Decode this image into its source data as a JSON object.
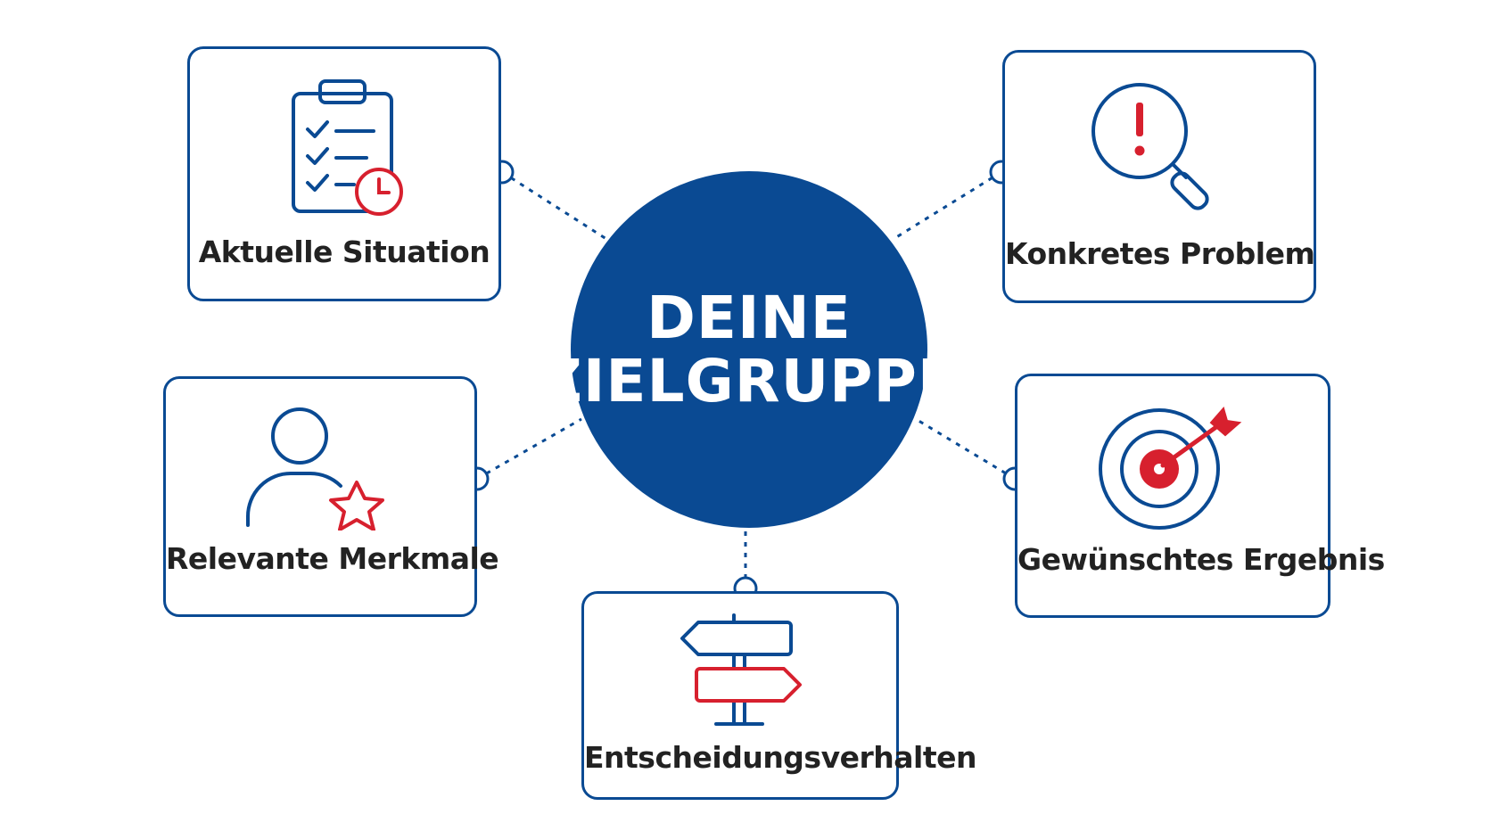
{
  "center": {
    "line1": "DEINE",
    "line2": "ZIELGRUPPE"
  },
  "cards": [
    {
      "id": "aktuelle",
      "label": "Aktuelle Situation",
      "icon": "clipboard-checklist-clock-icon"
    },
    {
      "id": "konkretes",
      "label": "Konkretes Problem",
      "icon": "magnifier-exclamation-icon"
    },
    {
      "id": "relevante",
      "label": "Relevante Merkmale",
      "icon": "person-star-icon"
    },
    {
      "id": "gewuenscht",
      "label": "Gewünschtes Ergebnis",
      "icon": "target-arrow-icon"
    },
    {
      "id": "entscheidung",
      "label": "Entscheidungsverhalten",
      "icon": "signpost-icon"
    }
  ],
  "colors": {
    "primary_blue": "#0a4a93",
    "accent_red": "#d7202e",
    "text_dark": "#222222"
  }
}
